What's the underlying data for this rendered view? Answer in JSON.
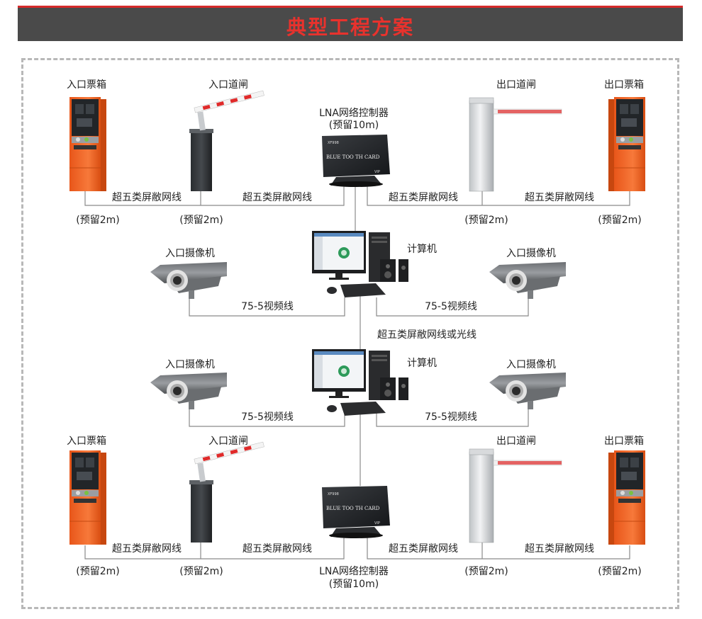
{
  "header": {
    "title": "典型工程方案"
  },
  "labels": {
    "entry_ticket_box": "入口票箱",
    "entry_gate": "入口道闸",
    "exit_gate": "出口道闸",
    "exit_ticket_box": "出口票箱",
    "controller": "LNA网络控制器",
    "reserve_10m": "(预留10m)",
    "reserve_2m": "(预留2m)",
    "cat5_cable": "超五类屏敝网线",
    "entry_camera": "入口摄像机",
    "computer": "计算机",
    "video_cable": "75-5视频线",
    "cable_or_fiber": "超五类屏敝网线或光线",
    "controller_brand": "BLUE TOO   TH CARD",
    "controller_model": "XF998",
    "controller_vip": "VIP"
  },
  "colors": {
    "accent": "#e8322d",
    "header_bg": "#4a4a4a",
    "ticket_orange": "#f26522",
    "line": "#8a8a8a"
  }
}
